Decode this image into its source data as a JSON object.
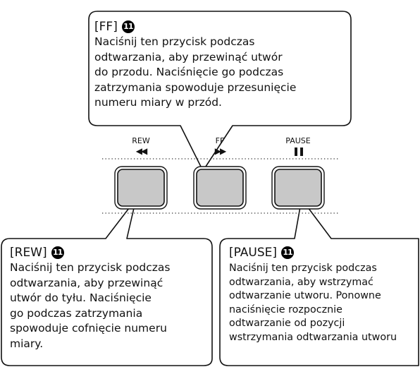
{
  "callouts": {
    "ff": {
      "title": "[FF]",
      "badge": "11",
      "text": "Naciśnij ten przycisk podczas\nodtwarzania, aby przewinąć utwór\ndo przodu. Naciśnięcie go podczas\nzatrzymania spowoduje przesunięcie\nnumeru miary w przód."
    },
    "rew": {
      "title": "[REW]",
      "badge": "11",
      "text": "Naciśnij ten przycisk podczas\nodtwarzania, aby przewinąć\nutwór do tyłu. Naciśnięcie\ngo podczas zatrzymania\nspowoduje cofnięcie numeru\nmiary."
    },
    "pause": {
      "title": "[PAUSE]",
      "badge": "11",
      "text": "Naciśnij ten przycisk podczas\nodtwarzania, aby wstrzymać\nodtwarzanie utworu. Ponowne\nnaciśnięcie rozpocznie\nodtwarzanie od pozycji\nwstrzymania odtwarzania utworu"
    }
  },
  "buttons": [
    {
      "label": "REW",
      "symbol": "◀◀"
    },
    {
      "label": "FF",
      "symbol": "▶▶"
    },
    {
      "label": "PAUSE",
      "symbol": "❚❚"
    }
  ],
  "colors": {
    "button_fill": "#c8c8c8",
    "outline": "#111111",
    "background": "#ffffff"
  }
}
